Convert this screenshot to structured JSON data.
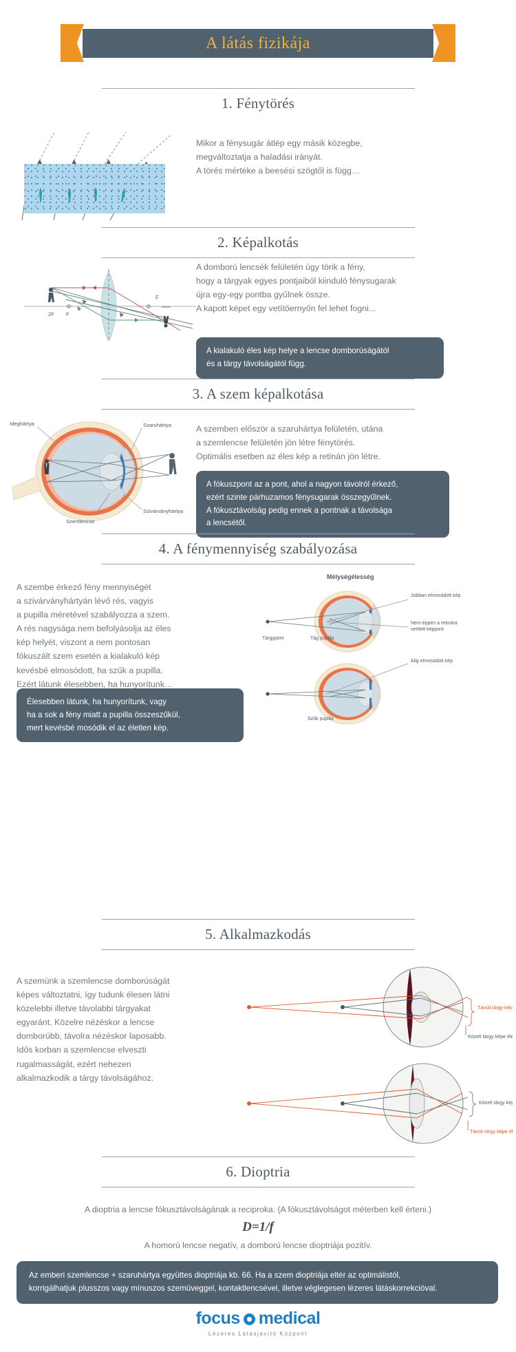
{
  "header": {
    "title": "A látás fizikája"
  },
  "sections": [
    {
      "id": "fenytores",
      "title": "1. Fénytörés",
      "body": "Mikor a fénysugár átlép egy másik közegbe,\nmegváltoztatja a haladási irányát.\nA törés mértéke a beesési szögtől is függ…",
      "body_lines": [
        "Mikor a fénysugár átlép egy másik közegbe,",
        "megváltoztatja a haladási irányát.",
        "A törés mértéke a beesési szögtől is függ…"
      ]
    },
    {
      "id": "kepalkotas",
      "title": "2. Képalkotás",
      "body_lines": [
        "A domború lencsék felületén úgy törik a fény,",
        "hogy a tárgyak egyes pontjaiból kiinduló fénysugarak",
        "újra egy-egy pontba gyűlnek össze.",
        "A kapott képet egy vetítőernyőn fel lehet fogni..."
      ],
      "callout_lines": [
        "A kialakuló éles kép helye a lencse domborúságától",
        "és a tárgy távolságától függ."
      ],
      "diagram_labels": {
        "f1": "F",
        "f2": "F",
        "twof": "2F"
      }
    },
    {
      "id": "szem-kepalkotasa",
      "title": "3. A szem képalkotása",
      "body_lines": [
        "A szemben először a szaruhártya felületén, utána",
        "a szemlencse felületén jön létre fénytörés.",
        "Optimális esetben az éles kép a retinán jön létre."
      ],
      "callout_lines": [
        "A fókuszpont az a pont, ahol a nagyon távolról érkező,",
        "ezért szinte párhuzamos fénysugarak összegyűlnek.",
        "A fókusztávolság pedig ennek a pontnak a távolsága",
        "a lencsétől."
      ],
      "diagram_labels": {
        "ideghartya": "Ideghártya",
        "szaruhartya": "Szaruhártya",
        "szivarvanyhartya": "Szivárványhártya",
        "szemlencse": "Szemlencse"
      }
    },
    {
      "id": "fenymennyiseg",
      "title": "4. A fénymennyiség szabályozása",
      "body_lines": [
        "A szembe érkező fény mennyiségét",
        "a szivárványhártyán lévő rés, vagyis",
        "a pupilla méretével szabályozza a szem.",
        "A rés nagysága nem befolyásolja az éles",
        "kép helyét, viszont a nem pontosan",
        "fókuszált szem esetén a kialakuló kép",
        "kevésbé elmosódott, ha szűk a pupilla.",
        "Ezért látunk élesebben, ha hunyorítunk…"
      ],
      "callout_lines": [
        "Élesebben látunk, ha hunyorítunk, vagy",
        "ha a sok a fény miatt a pupilla összeszűkül,",
        "mert kevésbé mosódik el az életlen kép."
      ],
      "diagram_labels": {
        "melysegelesseg": "Mélységélesség",
        "targypont": "Tárgypont",
        "tag_pupilla": "Tág pupilla",
        "szuk_pupilla": "Szűk pupilla",
        "jobban_elmosodott": "Jobban elmosódott kép",
        "nem_eppen": "Nem éppen a retinára\nvetített képpont",
        "alig_elmosodott": "Alig elmosódott kép"
      }
    },
    {
      "id": "alkalmazkodas",
      "title": "5. Alkalmazkodás",
      "body_lines": [
        "A szemünk a szemlencse domborúságát",
        "képes változtatni, így tudunk élesen látni",
        "közelebbi illetve távolabbi tárgyakat",
        "egyaránt. Közelre nézéskor a lencse",
        "domborúbb, távolra nézéskor laposabb.",
        "Idős korban a szemlencse elveszti",
        "rugalmasságát, ezért nehezen",
        "alkalmazkodik a tárgy távolságához."
      ],
      "diagram_labels": {
        "top_orange": "Távoli tárgy képe homályos",
        "top_gray": "Közeli tárgy képe éles",
        "bottom_gray": "Közeli tárgy képe homályos",
        "bottom_orange": "Távoli tárgy képe éles"
      }
    },
    {
      "id": "dioptria",
      "title": "6. Dioptria",
      "line1": "A dioptria a lencse fókusztávolságának a reciproka. (A fókusztávolságot méterben kell érteni.)",
      "formula": "D=1/f",
      "line2": "A homorú lencse negatív, a domború lencse dioptriája pozitív.",
      "callout_lines": [
        "Az emberi szemlencse + szaruhártya együttes dioptriája kb. 66. Ha a szem dioptriája eltér az optimálistól,",
        "korrigálhatjuk plusszos vagy mínuszos szemüveggel, kontaktlencsével, illetve véglegesen lézeres látáskorrekcióval."
      ]
    }
  ],
  "footer": {
    "brand_first": "focus",
    "brand_second": "medical",
    "tagline": "Lézeres Látásjavító Központ"
  },
  "colors": {
    "banner_bg": "#52616e",
    "banner_text": "#f0b434",
    "ribbon": "#ef9423",
    "body_text": "#6c7880",
    "callout_bg": "#52616e",
    "water": "#aed6ee",
    "orange_accent": "#e1582a",
    "brand_blue": "#1f7fc4"
  }
}
